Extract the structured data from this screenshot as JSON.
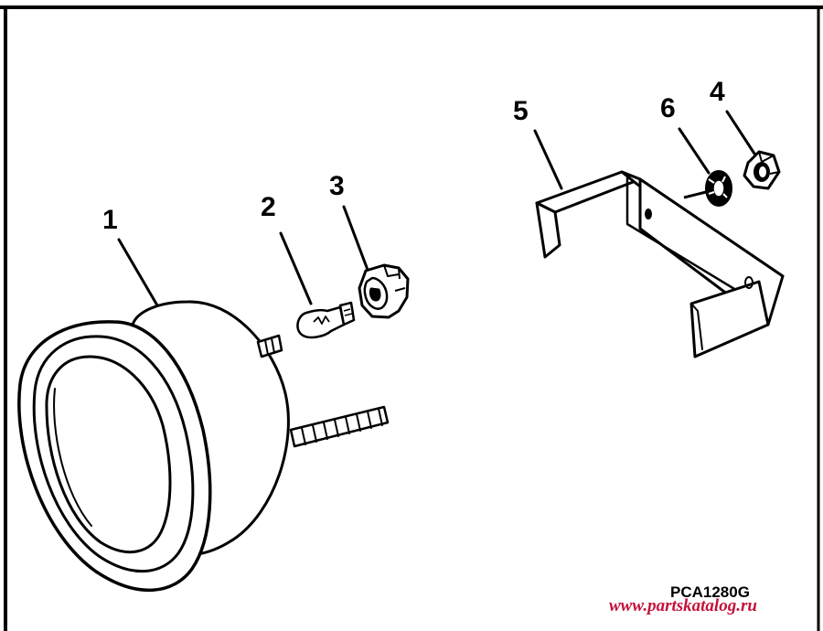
{
  "diagram": {
    "drawing_code": "PCA1280G",
    "watermark": "www.partskatalog.ru",
    "watermark_color": "#c4123a",
    "ink_color": "#000000",
    "paper_color": "#ffffff",
    "parts": [
      {
        "number": "1",
        "shape": "gauge-body"
      },
      {
        "number": "2",
        "shape": "wedge-bulb"
      },
      {
        "number": "3",
        "shape": "bulb-socket"
      },
      {
        "number": "4",
        "shape": "hex-nut"
      },
      {
        "number": "5",
        "shape": "u-bracket"
      },
      {
        "number": "6",
        "shape": "lock-washer"
      }
    ]
  }
}
